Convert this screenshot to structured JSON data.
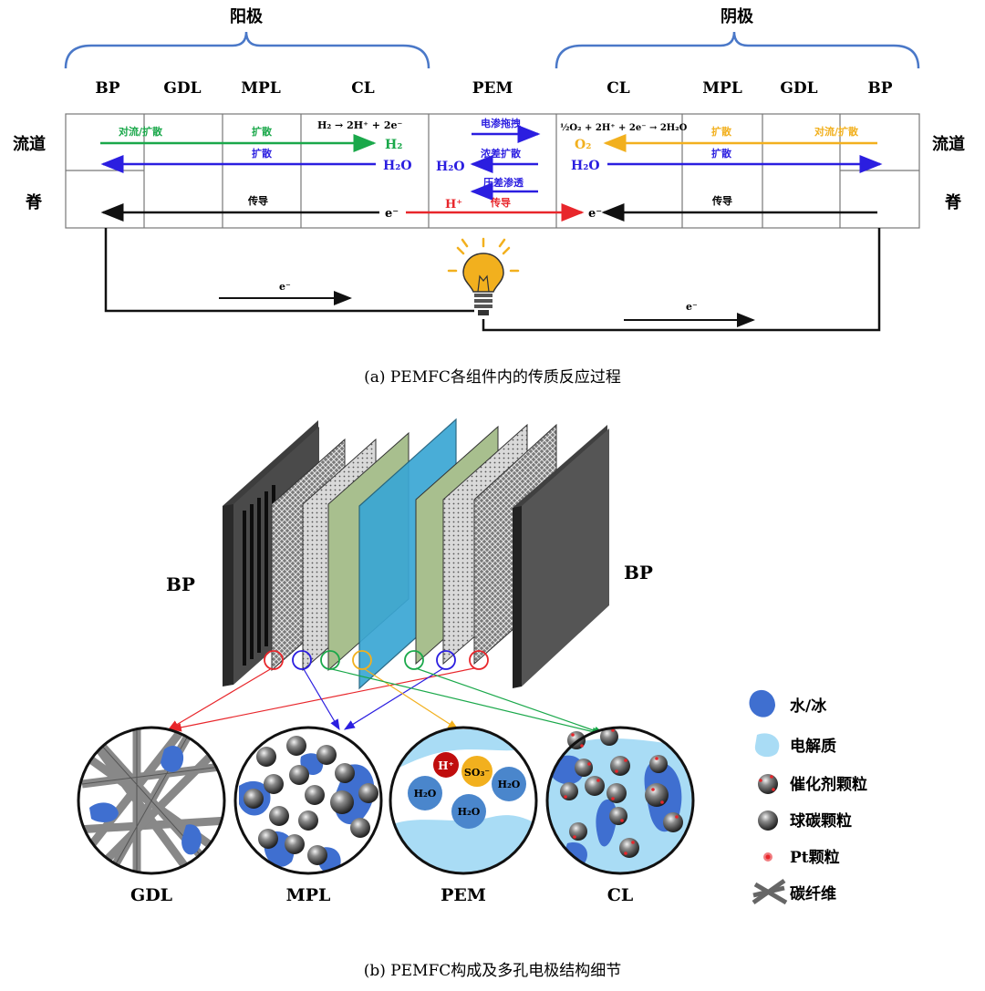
{
  "top": {
    "anode": "阳极",
    "cathode": "阴极",
    "layers": [
      "BP",
      "GDL",
      "MPL",
      "CL",
      "PEM",
      "CL",
      "MPL",
      "GDL",
      "BP"
    ],
    "side_channel": "流道",
    "side_rib": "脊",
    "anode_reaction": "H₂ → 2H⁺ + 2e⁻",
    "cathode_reaction": "½O₂ + 2H⁺ + 2e⁻ → 2H₂O",
    "h2_transport": "对流/扩散",
    "mpl_diffusion": "扩散",
    "h2": "H₂",
    "h2o_diffusion": "扩散",
    "h2o": "H₂O",
    "conduction": "传导",
    "e_minus": "e⁻",
    "eod": "电渗拖拽",
    "back_diffusion": "浓差扩散",
    "hydraulic": "压差渗透",
    "proton": "H⁺",
    "proton_conduction": "传导",
    "o2_transport": "对流/扩散",
    "o2": "O₂",
    "caption": "(a) PEMFC各组件内的传质反应过程"
  },
  "bottom": {
    "bp_left": "BP",
    "bp_right": "BP",
    "circle_labels": [
      "GDL",
      "MPL",
      "PEM",
      "CL"
    ],
    "h_plus": "H⁺",
    "so3": "SO₃⁻",
    "h2o": "H₂O",
    "legend": [
      "水/冰",
      "电解质",
      "催化剂颗粒",
      "球碳颗粒",
      "Pt颗粒",
      "碳纤维"
    ],
    "caption": "(b) PEMFC构成及多孔电极结构细节"
  },
  "colors": {
    "green": "#1aa84a",
    "blue": "#2b1ee0",
    "black": "#111111",
    "red": "#e8262b",
    "gold": "#f2b01e",
    "brace": "#4a78c8",
    "water": "#3f6fd0",
    "electrolyte": "#a9dcf5"
  }
}
